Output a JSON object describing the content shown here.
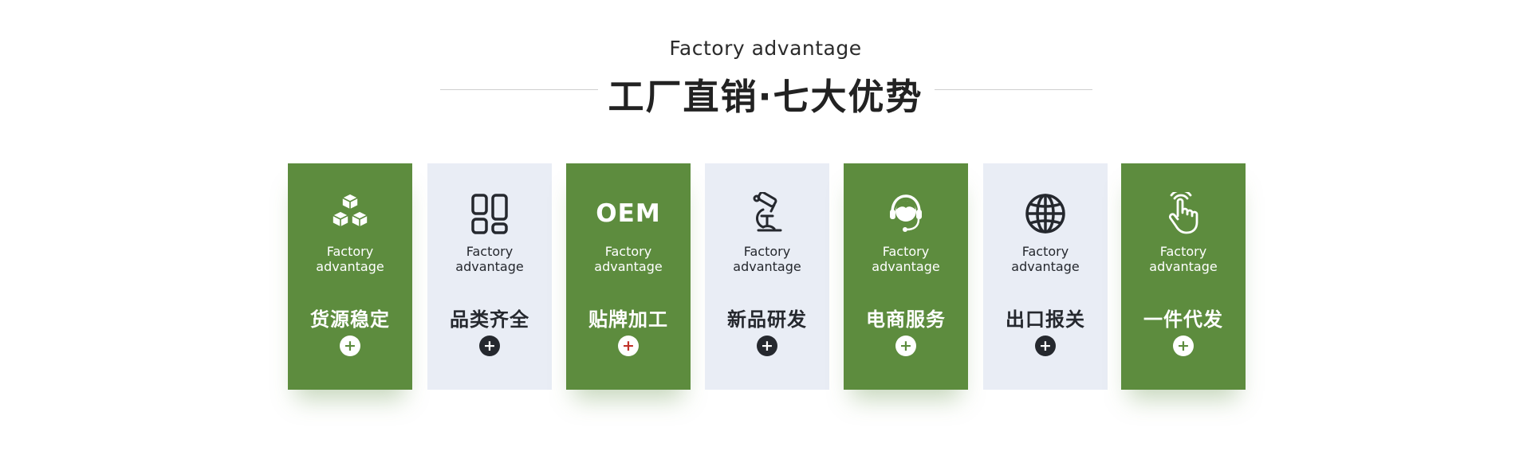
{
  "header": {
    "subtitle": "Factory advantage",
    "title": "工厂直销·七大优势"
  },
  "colors": {
    "green": "#5d8c3e",
    "light": "#e9edf5",
    "dark": "#25282e",
    "plus_accent": "#c0322b"
  },
  "cards": [
    {
      "icon": "cubes-icon",
      "en_line1": "Factory",
      "en_line2": "advantage",
      "cn": "货源稳定",
      "plus": "+"
    },
    {
      "icon": "grid-icon",
      "en_line1": "Factory",
      "en_line2": "advantage",
      "cn": "品类齐全",
      "plus": "+"
    },
    {
      "icon": "oem-text-icon",
      "icon_text": "OEM",
      "en_line1": "Factory",
      "en_line2": "advantage",
      "cn": "贴牌加工",
      "plus": "+"
    },
    {
      "icon": "microscope-icon",
      "en_line1": "Factory",
      "en_line2": "advantage",
      "cn": "新品研发",
      "plus": "+"
    },
    {
      "icon": "headset-icon",
      "en_line1": "Factory",
      "en_line2": "advantage",
      "cn": "电商服务",
      "plus": "+"
    },
    {
      "icon": "globe-icon",
      "en_line1": "Factory",
      "en_line2": "advantage",
      "cn": "出口报关",
      "plus": "+"
    },
    {
      "icon": "hand-pointer-icon",
      "en_line1": "Factory",
      "en_line2": "advantage",
      "cn": "一件代发",
      "plus": "+"
    }
  ]
}
